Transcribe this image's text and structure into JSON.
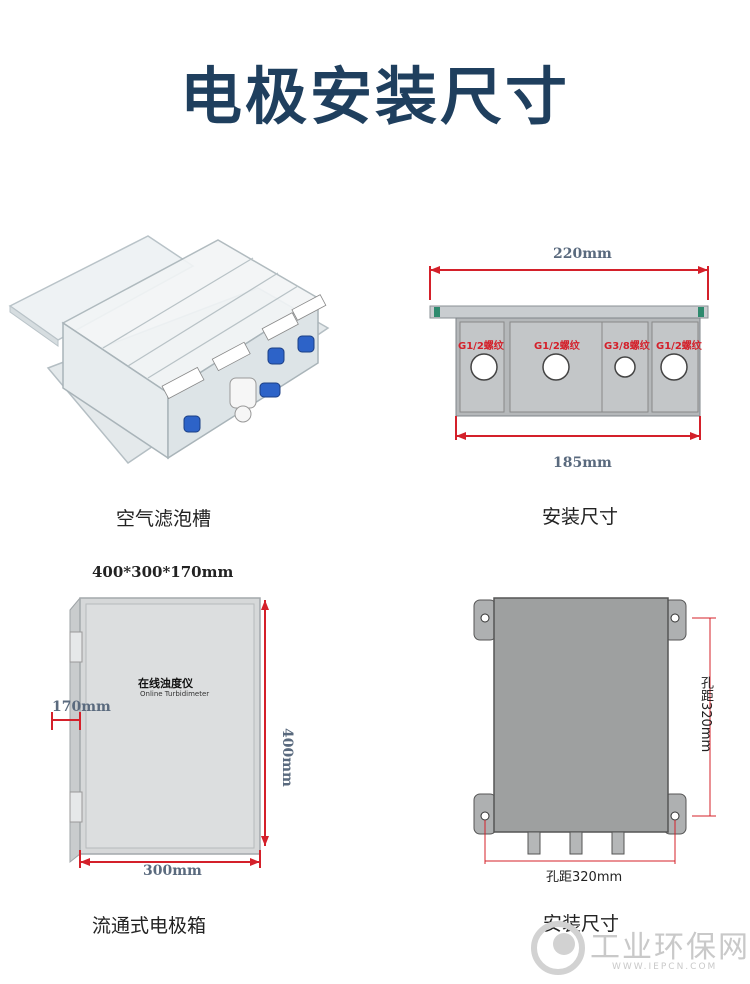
{
  "page": {
    "title": "电极安装尺寸"
  },
  "panels": {
    "air_tank": {
      "caption": "空气滤泡槽"
    },
    "install_top": {
      "caption": "安装尺寸",
      "width_top": "220mm",
      "width_bottom": "185mm",
      "threads": [
        "G1/2螺纹",
        "G1/2螺纹",
        "G3/8螺纹",
        "G1/2螺纹"
      ]
    },
    "flow_box": {
      "caption": "流通式电极箱",
      "size_label": "400*300*170mm",
      "depth_label": "170mm",
      "height_label": "400mm",
      "width_label": "300mm",
      "box_title": "在线浊度仪",
      "box_subtitle": "Online Turbidimeter"
    },
    "install_bottom": {
      "caption": "安装尺寸",
      "hole_vertical": "孔距320mm",
      "hole_horizontal": "孔距320mm"
    }
  },
  "watermark": {
    "name": "工业环保网",
    "url": "WWW.IEPCN.COM"
  },
  "colors": {
    "title": "#1f3f5e",
    "dimension_red": "#d4202a",
    "thread_red": "#d4202a",
    "box_gray": "#9ea0a0"
  }
}
